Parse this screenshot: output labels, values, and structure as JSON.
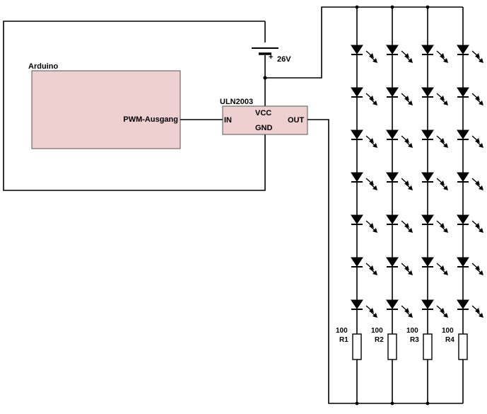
{
  "components": {
    "arduino": {
      "label": "Arduino",
      "pin": "PWM-Ausgang",
      "fill": "#efd0d0"
    },
    "driver": {
      "label": "ULN2003",
      "pins": {
        "in": "IN",
        "out": "OUT",
        "vcc": "VCC",
        "gnd": "GND"
      },
      "fill": "#efd0d0"
    },
    "supply": {
      "plus": "+",
      "voltage": "26V"
    }
  },
  "led_strings": {
    "count": 4,
    "leds_per_string": 7,
    "resistors": [
      {
        "name": "R1",
        "value": "100"
      },
      {
        "name": "R2",
        "value": "100"
      },
      {
        "name": "R3",
        "value": "100"
      },
      {
        "name": "R4",
        "value": "100"
      }
    ]
  }
}
